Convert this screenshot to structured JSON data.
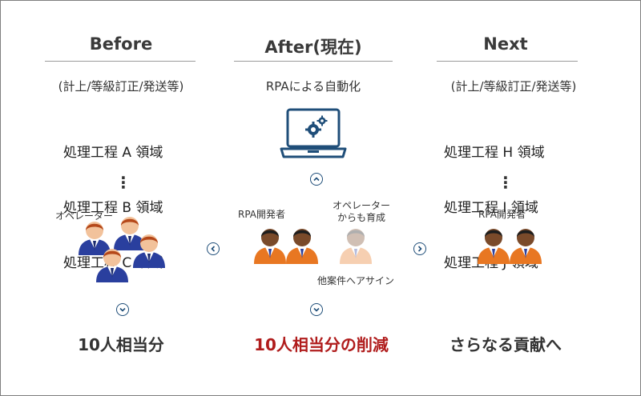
{
  "columns": {
    "before": {
      "heading": "Before",
      "sub": "(計上/等級訂正/発送等)",
      "items": [
        "処理工程 A 領域",
        "処理工程 B 領域",
        "処理工程 C 領域"
      ],
      "dots": "⋮",
      "role": "オペレーター",
      "result": "10人相当分"
    },
    "after": {
      "heading": "After(現在)",
      "sub": "RPAによる自動化",
      "role_left": "RPA開発者",
      "role_right_line1": "オペレーター",
      "role_right_line2": "からも育成",
      "assign_note": "他案件へアサイン",
      "result": "10人相当分の削減"
    },
    "next": {
      "heading": "Next",
      "sub": "(計上/等級訂正/発送等)",
      "items": [
        "処理工程 H 領域",
        "処理工程 I 領域",
        "処理工程 J 領域"
      ],
      "dots": "⋮",
      "role": "RPA開発者",
      "result": "さらなる貢献へ"
    }
  },
  "colors": {
    "accent_red": "#b01c1c",
    "icon_navy": "#1f4e79",
    "person_orange": "#e87722",
    "person_blue": "#2a3f9e"
  },
  "icons": [
    "laptop-gears-icon",
    "chevron-up-icon",
    "chevron-down-icon",
    "chevron-left-icon",
    "chevron-right-icon",
    "person-icon"
  ]
}
